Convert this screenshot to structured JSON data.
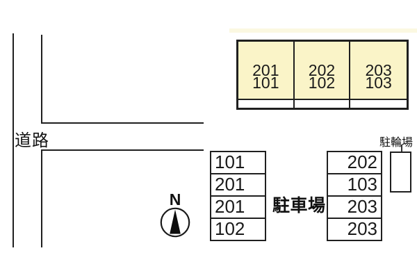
{
  "diagram": {
    "type": "site-layout-plan",
    "background": "#ffffff",
    "line_color": "#1f1f1f"
  },
  "labels": {
    "road": "道路",
    "parking": "駐車場",
    "bicycle_parking": "駐輪場",
    "compass_north": "N"
  },
  "building": {
    "fill_color": "#FAF4C8",
    "units": [
      {
        "line1": "201",
        "line2": "101"
      },
      {
        "line1": "202",
        "line2": "102"
      },
      {
        "line1": "203",
        "line2": "103"
      }
    ]
  },
  "parking_left": {
    "rows": [
      "101",
      "201",
      "201",
      "102"
    ]
  },
  "parking_right": {
    "rows": [
      "202",
      "103",
      "203",
      "203"
    ]
  }
}
